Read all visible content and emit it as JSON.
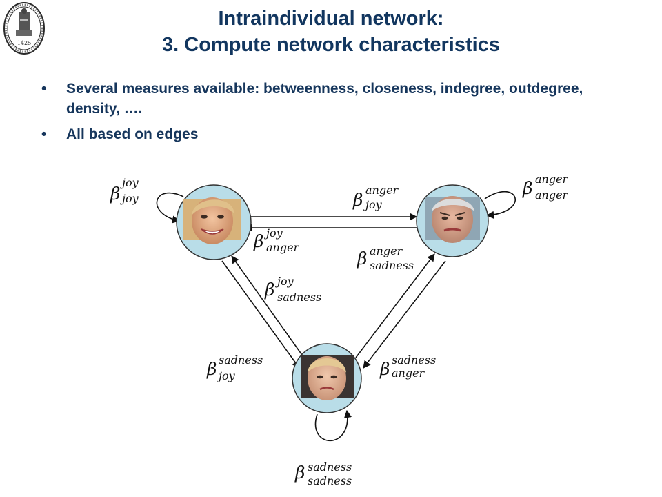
{
  "slide": {
    "title_line1": "Intraindividual network:",
    "title_line2": "3. Compute network characteristics",
    "bullets": [
      "Several measures available: betweenness, closeness, indegree, outdegree, density, ….",
      "All based on edges"
    ],
    "logo_year": "1425"
  },
  "network": {
    "symbol": "β",
    "nodes": [
      {
        "id": "joy",
        "face": "smiling-face"
      },
      {
        "id": "anger",
        "face": "angry-face"
      },
      {
        "id": "sadness",
        "face": "sad-face"
      }
    ],
    "edges": [
      {
        "from": "joy",
        "to": "joy",
        "sup": "joy",
        "sub": "joy"
      },
      {
        "from": "joy",
        "to": "anger",
        "sup": "anger",
        "sub": "joy"
      },
      {
        "from": "anger",
        "to": "anger",
        "sup": "anger",
        "sub": "anger"
      },
      {
        "from": "anger",
        "to": "joy",
        "sup": "joy",
        "sub": "anger"
      },
      {
        "from": "sadness",
        "to": "anger",
        "sup": "anger",
        "sub": "sadness"
      },
      {
        "from": "sadness",
        "to": "joy",
        "sup": "joy",
        "sub": "sadness"
      },
      {
        "from": "joy",
        "to": "sadness",
        "sup": "sadness",
        "sub": "joy"
      },
      {
        "from": "anger",
        "to": "sadness",
        "sup": "sadness",
        "sub": "anger"
      },
      {
        "from": "sadness",
        "to": "sadness",
        "sup": "sadness",
        "sub": "sadness"
      }
    ]
  }
}
